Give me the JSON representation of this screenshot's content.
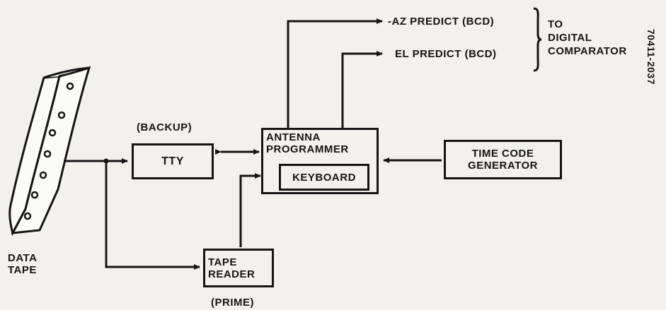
{
  "figure_id": "70411-2037",
  "source": {
    "line1": "DATA",
    "line2": "TAPE"
  },
  "nodes": {
    "tty": {
      "label": "TTY",
      "tag": "(BACKUP)"
    },
    "tape_reader": {
      "line1": "TAPE",
      "line2": "READER",
      "tag": "(PRIME)"
    },
    "antenna_programmer": {
      "line1": "ANTENNA",
      "line2": "PROGRAMMER",
      "keyboard": "KEYBOARD"
    },
    "time_code_generator": {
      "line1": "TIME CODE",
      "line2": "GENERATOR"
    }
  },
  "outputs": {
    "az": "-AZ PREDICT (BCD)",
    "el": "EL PREDICT (BCD)"
  },
  "destination": {
    "line1": "TO",
    "line2": "DIGITAL",
    "line3": "COMPARATOR"
  }
}
